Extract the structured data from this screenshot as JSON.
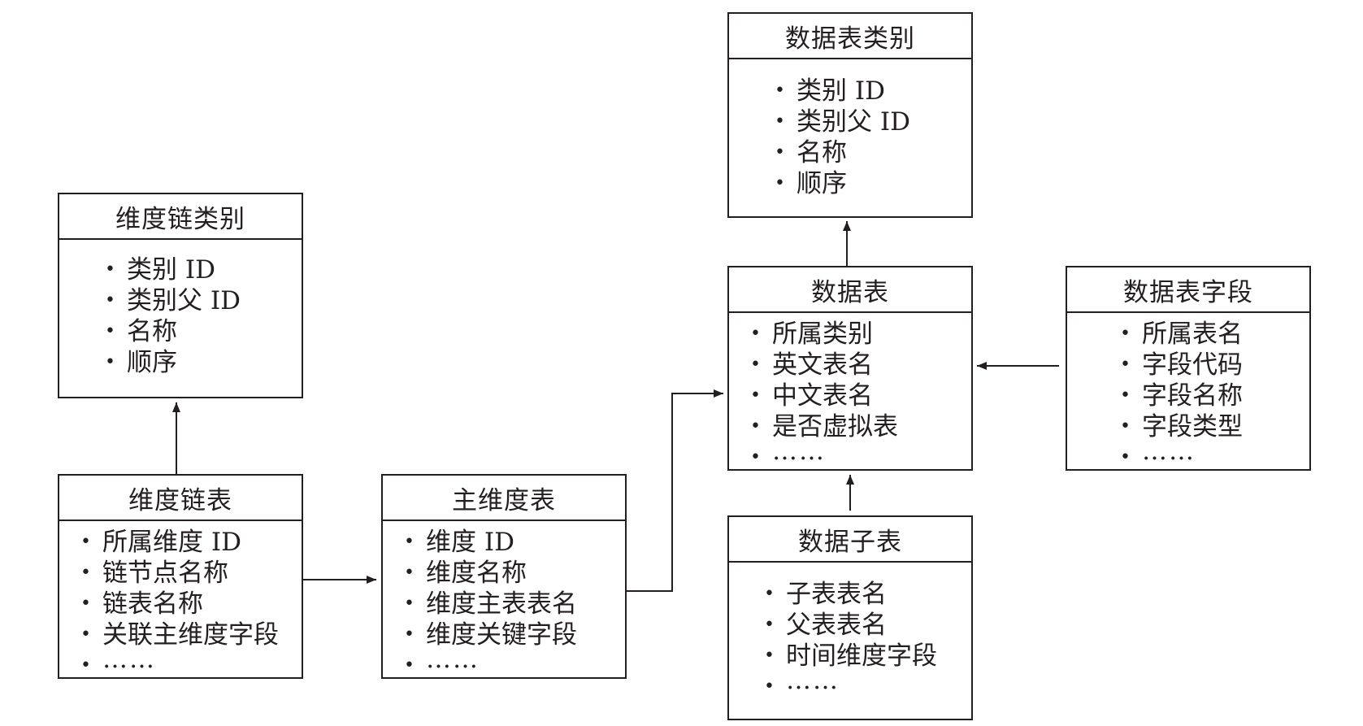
{
  "boxes": {
    "dimension_chain_category": {
      "title": "维度链类别",
      "items": [
        "类别 ID",
        "类别父 ID",
        "名称",
        "顺序"
      ]
    },
    "dimension_chain_table": {
      "title": "维度链表",
      "items": [
        "所属维度 ID",
        "链节点名称",
        "链表名称",
        "关联主维度字段",
        "……"
      ]
    },
    "main_dimension_table": {
      "title": "主维度表",
      "items": [
        "维度 ID",
        "维度名称",
        "维度主表表名",
        "维度关键字段",
        "……"
      ]
    },
    "data_table_category": {
      "title": "数据表类别",
      "items": [
        "类别 ID",
        "类别父 ID",
        "名称",
        "顺序"
      ]
    },
    "data_table": {
      "title": "数据表",
      "items": [
        "所属类别",
        "英文表名",
        "中文表名",
        "是否虚拟表",
        "……"
      ]
    },
    "data_table_field": {
      "title": "数据表字段",
      "items": [
        "所属表名",
        "字段代码",
        "字段名称",
        "字段类型",
        "……"
      ]
    },
    "data_sub_table": {
      "title": "数据子表",
      "items": [
        "子表表名",
        "父表表名",
        "时间维度字段",
        "……"
      ]
    }
  },
  "bullet": "•"
}
